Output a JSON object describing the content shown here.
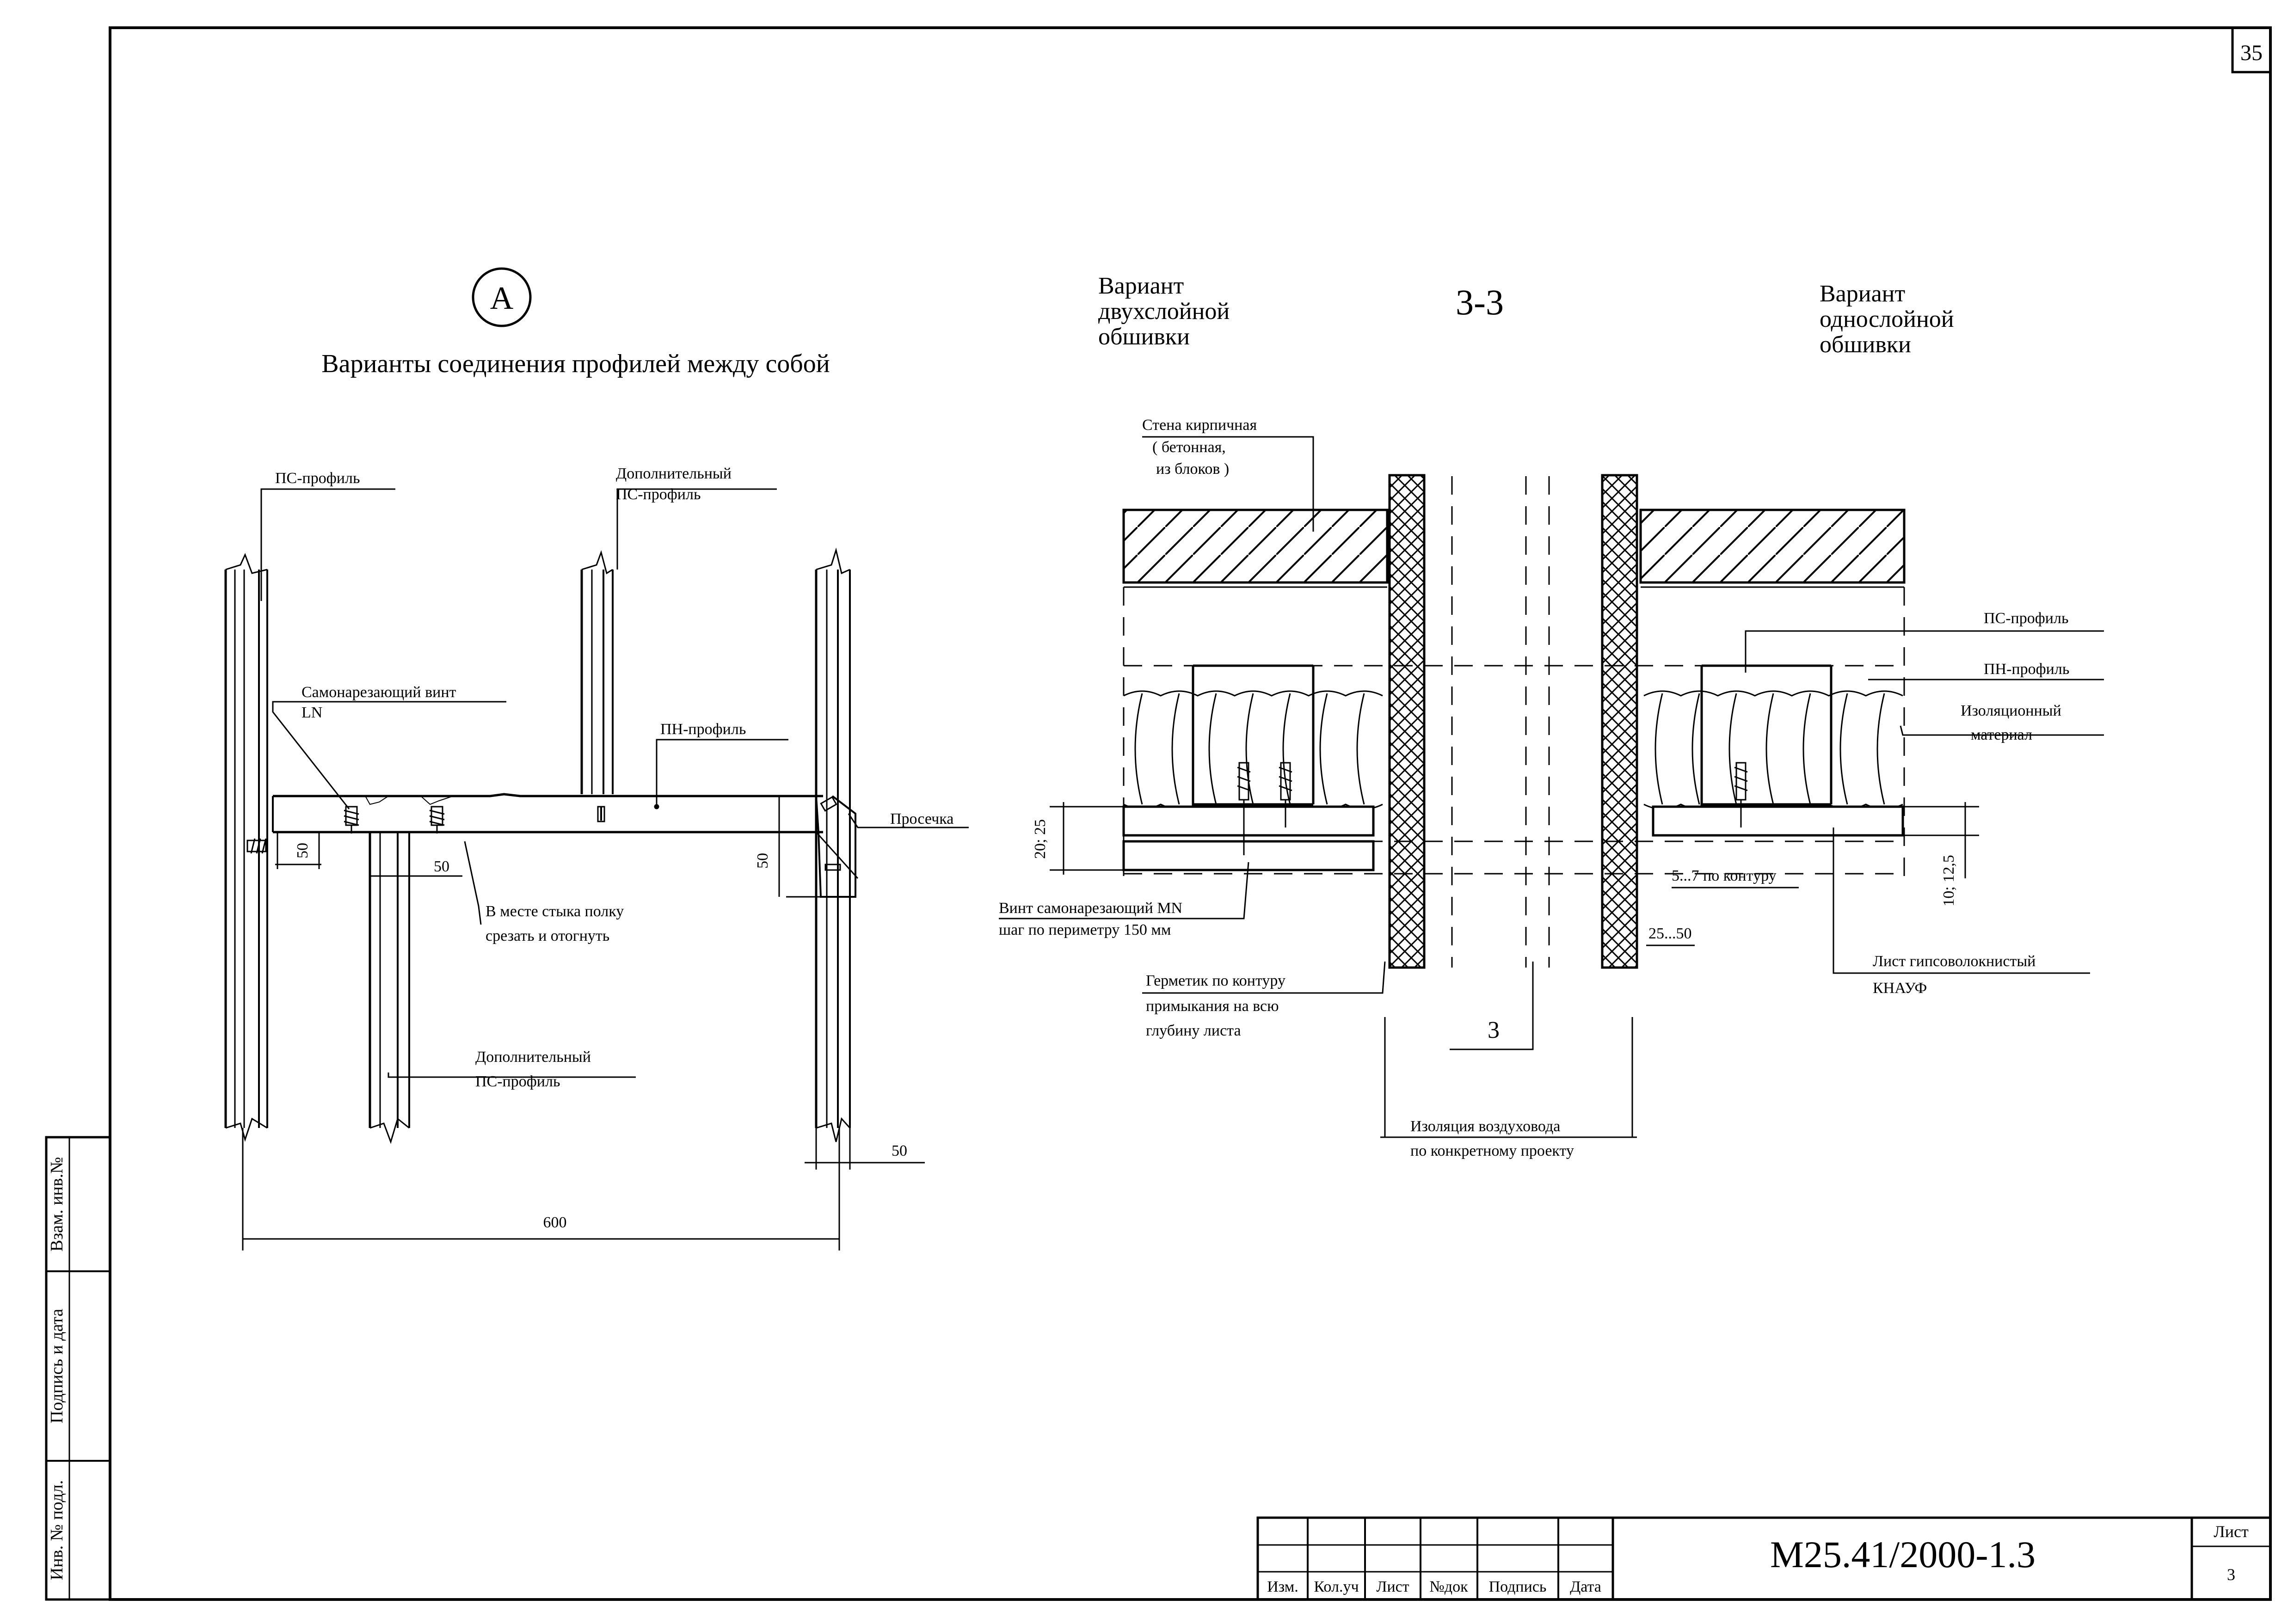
{
  "sheet": {
    "page_number": "35",
    "doc_code": "М25.41/2000-1.3",
    "sheet_label": "Лист",
    "sheet_value": "3"
  },
  "title_block": {
    "columns": [
      "Изм.",
      "Кол.уч",
      "Лист",
      "№док",
      "Подпись",
      "Дата"
    ]
  },
  "side_stamp": {
    "fields": [
      "Взам. инв.№",
      "Подпись и дата",
      "Инв. № подл."
    ]
  },
  "detail_a": {
    "marker": "А",
    "title": "Варианты соединения профилей между собой",
    "labels": {
      "ps_profile": "ПС-профиль",
      "extra_ps_top_1": "Дополнительный",
      "extra_ps_top_2": "ПС-профиль",
      "screw_1": "Самонарезающий винт",
      "screw_2": "LN",
      "pn_profile": "ПН-профиль",
      "notch": "Просечка",
      "cut_1": "В месте  стыка полку",
      "cut_2": "срезать и отогнуть",
      "extra_ps_bottom_1": "Дополнительный",
      "extra_ps_bottom_2": "ПС-профиль"
    },
    "dims": {
      "d50_left": "50",
      "d50_mid": "50",
      "d50_right": "50",
      "d50_bottom": "50",
      "d600": "600"
    }
  },
  "section_33": {
    "title": "3-3",
    "variant_left_1": "Вариант",
    "variant_left_2": "двухслойной",
    "variant_left_3": "обшивки",
    "variant_right_1": "Вариант",
    "variant_right_2": "однослойной",
    "variant_right_3": "обшивки",
    "labels": {
      "wall_1": "Стена кирпичная",
      "wall_2": "( бетонная,",
      "wall_3": "из блоков )",
      "ps_profile": "ПС-профиль",
      "pn_profile": "ПН-профиль",
      "insul_1": "Изоляционный",
      "insul_2": "материал",
      "screw_1": "Винт самонарезающий MN",
      "screw_2": "шаг по периметру 150 мм",
      "sealant_1": "Герметик по контуру",
      "sealant_2": "примыкания на всю",
      "sealant_3": "глубину листа",
      "contour": "5...7 по контуру",
      "gap": "25...50",
      "sheet_1": "Лист гипсоволокнистый",
      "sheet_2": "КНАУФ",
      "duct_1": "Изоляция воздуховода",
      "duct_2": "по конкретному проекту",
      "mark_3": "3",
      "dim_left": "20; 25",
      "dim_right": "10; 12,5"
    }
  }
}
